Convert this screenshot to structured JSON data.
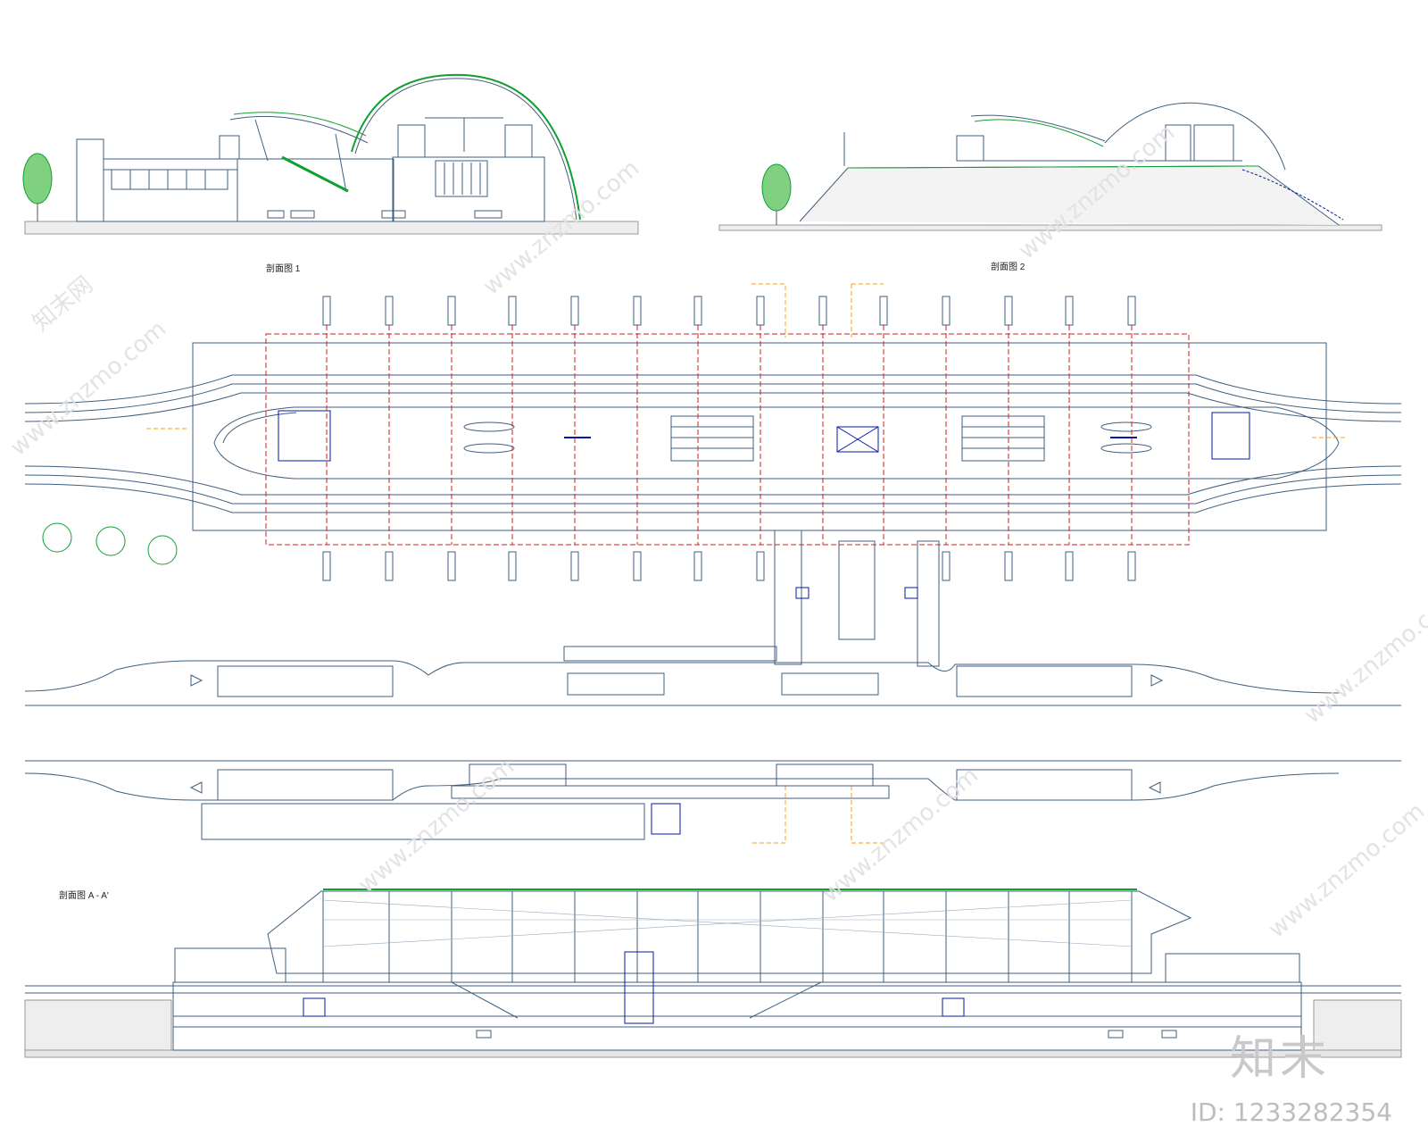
{
  "labels": {
    "section_1": "剖面图 1",
    "section_2": "剖面图 2",
    "section_aa": "剖面图 A - A'"
  },
  "watermark": {
    "logo": "知末",
    "id": "ID: 1233282354",
    "site": "www.znzmo.com",
    "site_cn": "知末网"
  },
  "colors": {
    "line": "#3f5f7f",
    "green": "#10a030",
    "red": "#d02020",
    "blue": "#0018a8",
    "orange": "#f0a020"
  }
}
